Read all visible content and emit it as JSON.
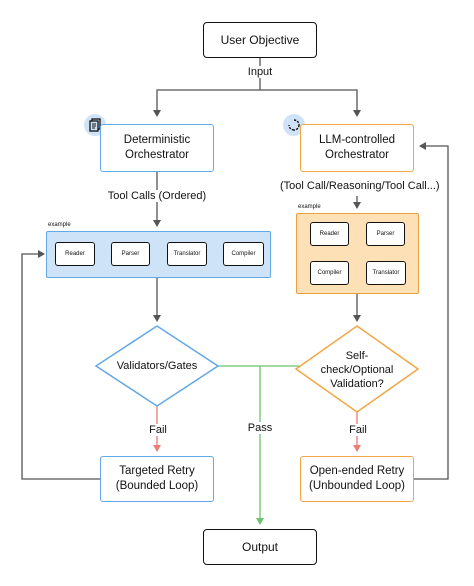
{
  "nodes": {
    "user_objective": "User Objective",
    "input_label": "Input",
    "deterministic": "Deterministic Orchestrator",
    "llm": "LLM-controlled Orchestrator",
    "tool_calls_ordered": "Tool Calls (Ordered)",
    "tool_calls_reasoning": "(Tool Call/Reasoning/Tool Call...)",
    "example_left": "example",
    "example_right": "example",
    "validators": "Validators/Gates",
    "selfcheck": "Self-check/Optional Validation?",
    "fail_left": "Fail",
    "fail_right": "Fail",
    "pass": "Pass",
    "targeted_retry": "Targeted Retry (Bounded Loop)",
    "openended_retry": "Open-ended Retry (Unbounded Loop)",
    "output": "Output"
  },
  "pipeline_left": [
    "Reader",
    "Parser",
    "Translator",
    "Compiler"
  ],
  "pipeline_right": [
    "Reader",
    "Parser",
    "Compiler",
    "Translator"
  ],
  "icons": {
    "left": "document-stack-icon",
    "right": "refresh-cycle-icon"
  },
  "colors": {
    "blue": "#62a8e5",
    "blue_fill": "#cfe3f8",
    "orange": "#f2a544",
    "orange_fill": "#fde0b6",
    "green": "#6cc46c",
    "red": "#ee7d73"
  }
}
